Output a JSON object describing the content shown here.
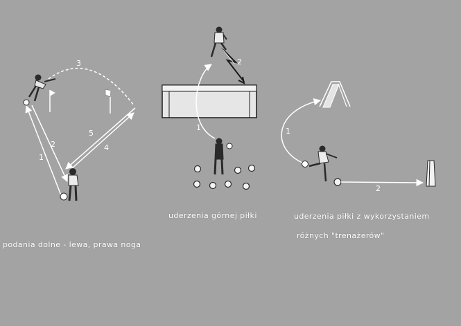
{
  "captions": {
    "drill_1": "podania dolne - lewa, prawa noga",
    "drill_2": "uderzenia górnej piłki",
    "drill_3_line1": "uderzenia piłki z wykorzystaniem",
    "drill_3_line2": "różnych \"trenażerów\""
  },
  "labels": {
    "d1_pass_1": "1",
    "d1_pass_2": "2",
    "d1_pass_3": "3",
    "d1_pass_4": "4",
    "d1_pass_5": "5",
    "d2_path_1": "1",
    "d2_path_2": "2",
    "d3_path_1": "1",
    "d3_path_2": "2"
  },
  "colors": {
    "background": "#a3a3a3",
    "lines": "#ffffff",
    "text": "#ffffff",
    "figures": "#2a2a2a"
  }
}
